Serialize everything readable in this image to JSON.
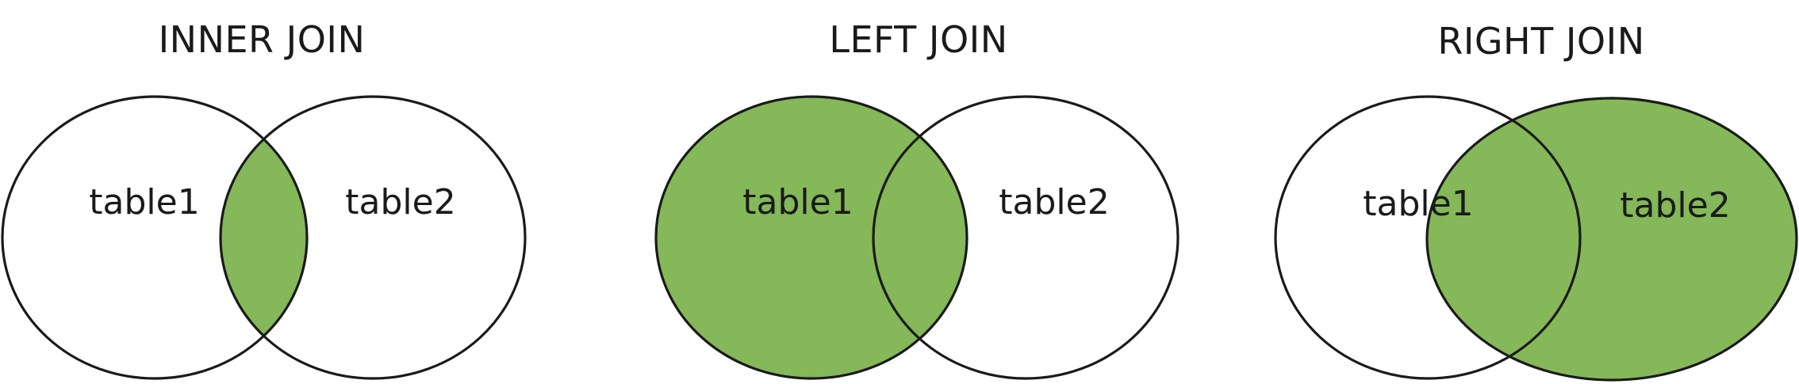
{
  "colors": {
    "fill": "#84b858",
    "stroke": "#1a1a1a",
    "background": "#ffffff"
  },
  "diagrams": [
    {
      "title": "INNER JOIN",
      "left_label": "table1",
      "right_label": "table2",
      "highlight": "intersection"
    },
    {
      "title": "LEFT JOIN",
      "left_label": "table1",
      "right_label": "table2",
      "highlight": "left"
    },
    {
      "title": "RIGHT JOIN",
      "left_label": "table1",
      "right_label": "table2",
      "highlight": "right"
    }
  ]
}
